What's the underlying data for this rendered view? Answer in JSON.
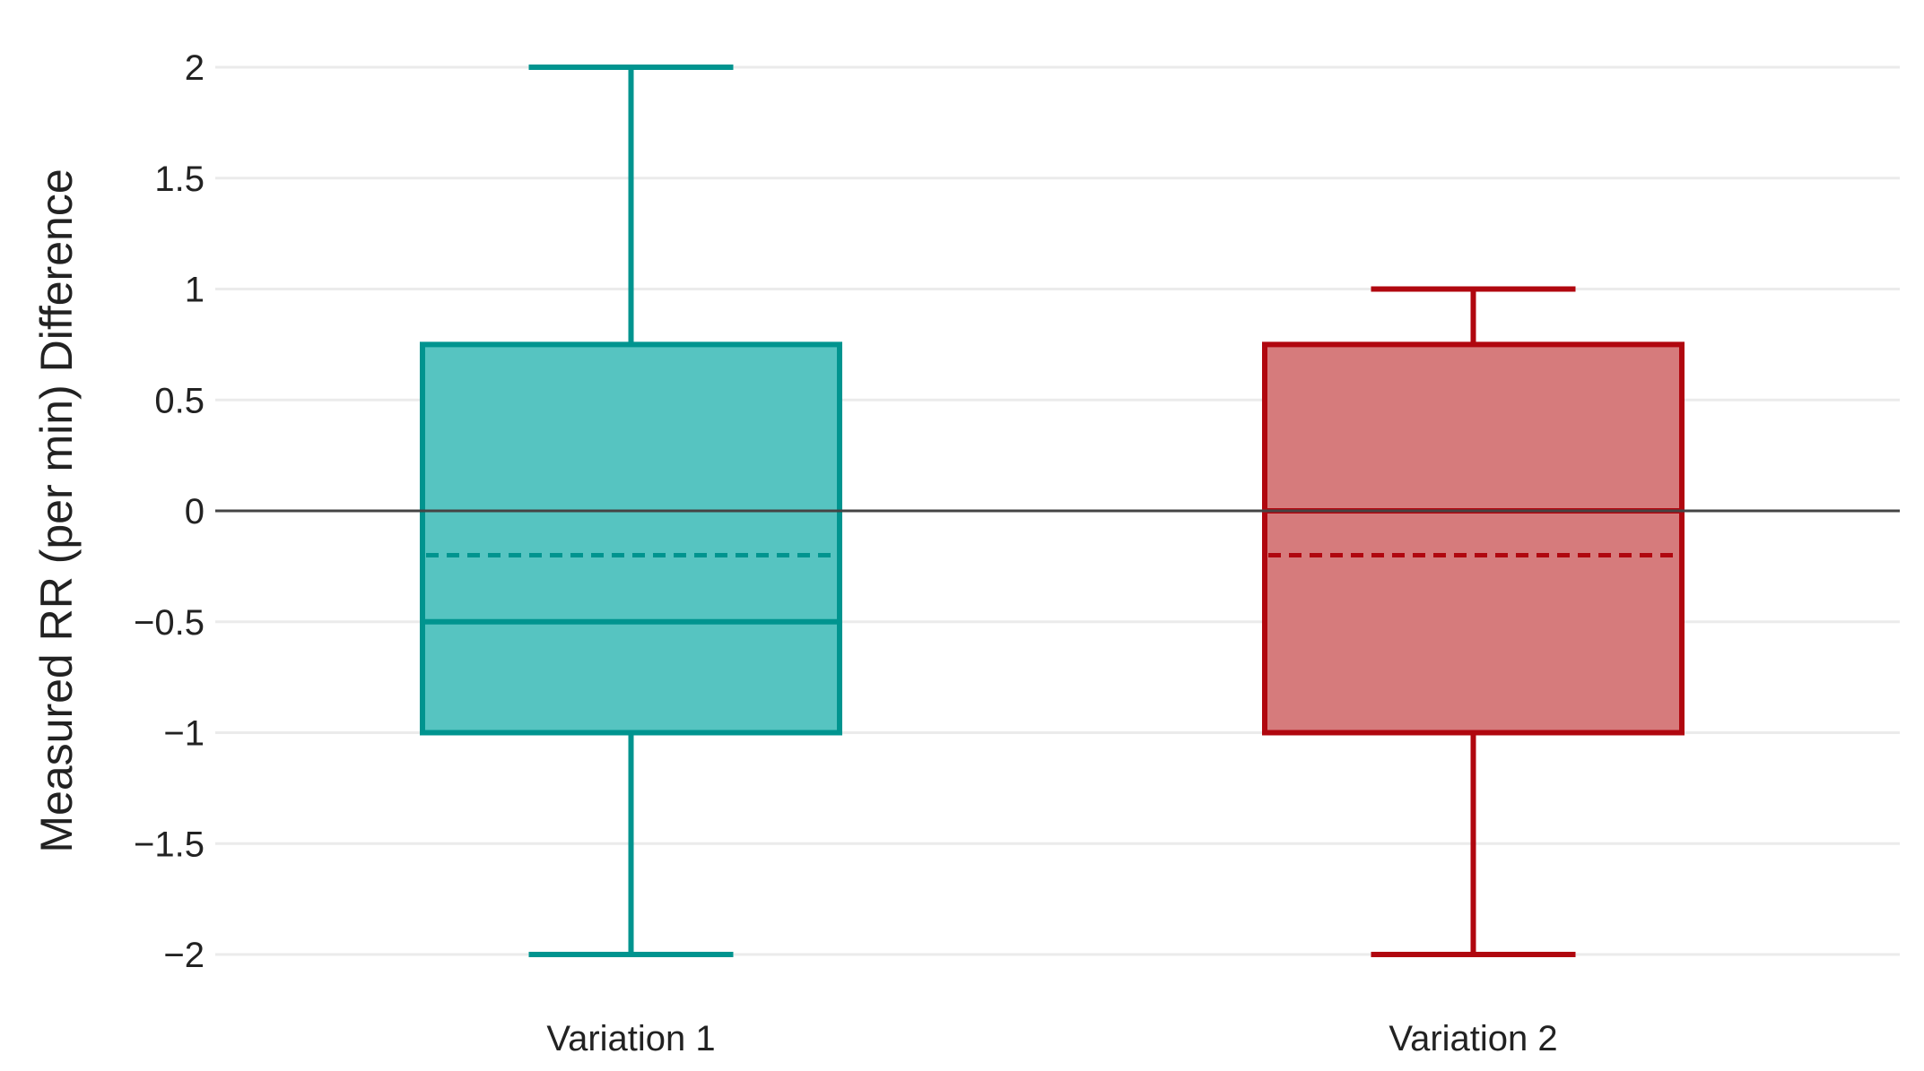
{
  "chart_data": {
    "type": "box",
    "title": "",
    "xlabel": "",
    "ylabel": "Measured RR (per min) Difference",
    "ylim": [
      -2,
      2
    ],
    "yticks": [
      2,
      1.5,
      1,
      0.5,
      0,
      -0.5,
      -1,
      -1.5,
      -2
    ],
    "ytick_labels": [
      "2",
      "1.5",
      "1",
      "0.5",
      "0",
      "−0.5",
      "−1",
      "−1.5",
      "−2"
    ],
    "grid": true,
    "zero_line": true,
    "categories": [
      "Variation 1",
      "Variation 2"
    ],
    "series": [
      {
        "category": "Variation 1",
        "whisker_low": -2,
        "q1": -1,
        "median": -0.5,
        "mean": -0.2,
        "q3": 0.75,
        "whisker_high": 2,
        "stroke_color": "#00948f",
        "fill_color": "#56c4c1"
      },
      {
        "category": "Variation 2",
        "whisker_low": -2,
        "q1": -1,
        "median": 0,
        "mean": -0.2,
        "q3": 0.75,
        "whisker_high": 1,
        "stroke_color": "#b0070f",
        "fill_color": "#d67b7c"
      }
    ],
    "colors": {
      "gridline": "#ebebeb",
      "zeroline": "#444444",
      "text": "#222222"
    }
  }
}
